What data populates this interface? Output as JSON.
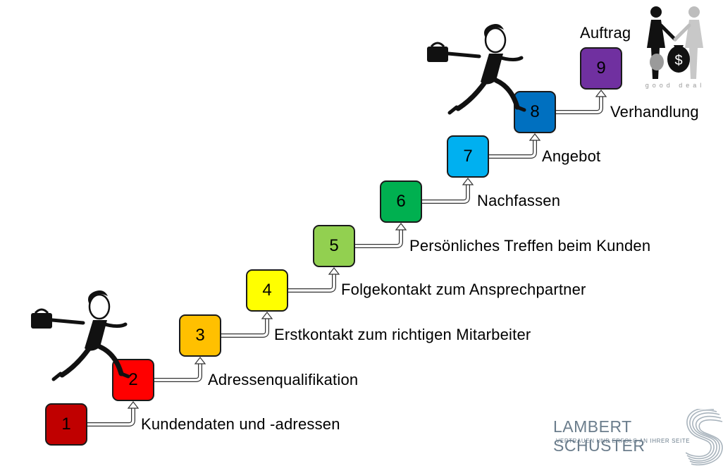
{
  "steps": [
    {
      "number": "1",
      "label": "Kundendaten und -adressen",
      "color": "#c00000"
    },
    {
      "number": "2",
      "label": "Adressenqualifikation",
      "color": "#ff0000"
    },
    {
      "number": "3",
      "label": "Erstkontakt zum richtigen Mitarbeiter",
      "color": "#ffc000"
    },
    {
      "number": "4",
      "label": "Folgekontakt zum Ansprechpartner",
      "color": "#ffff00"
    },
    {
      "number": "5",
      "label": "Persönliches Treffen beim Kunden",
      "color": "#92d050"
    },
    {
      "number": "6",
      "label": "Nachfassen",
      "color": "#00b050"
    },
    {
      "number": "7",
      "label": "Angebot",
      "color": "#00b0f0"
    },
    {
      "number": "8",
      "label": "Verhandlung",
      "color": "#0070c0"
    },
    {
      "number": "9",
      "label": "Auftrag",
      "color": "#7030a0"
    }
  ],
  "deal_icon": {
    "caption": "good deal",
    "currency_symbol": "$"
  },
  "logo": {
    "brand": "LAMBERT SCHUSTER",
    "tagline": "VERTRAUEN UND ERFOLG AN IHRER SEITE"
  },
  "icons": [
    "businesswoman-walking-icon",
    "good-deal-handshake-icon",
    "lambert-schuster-logo-icon"
  ]
}
